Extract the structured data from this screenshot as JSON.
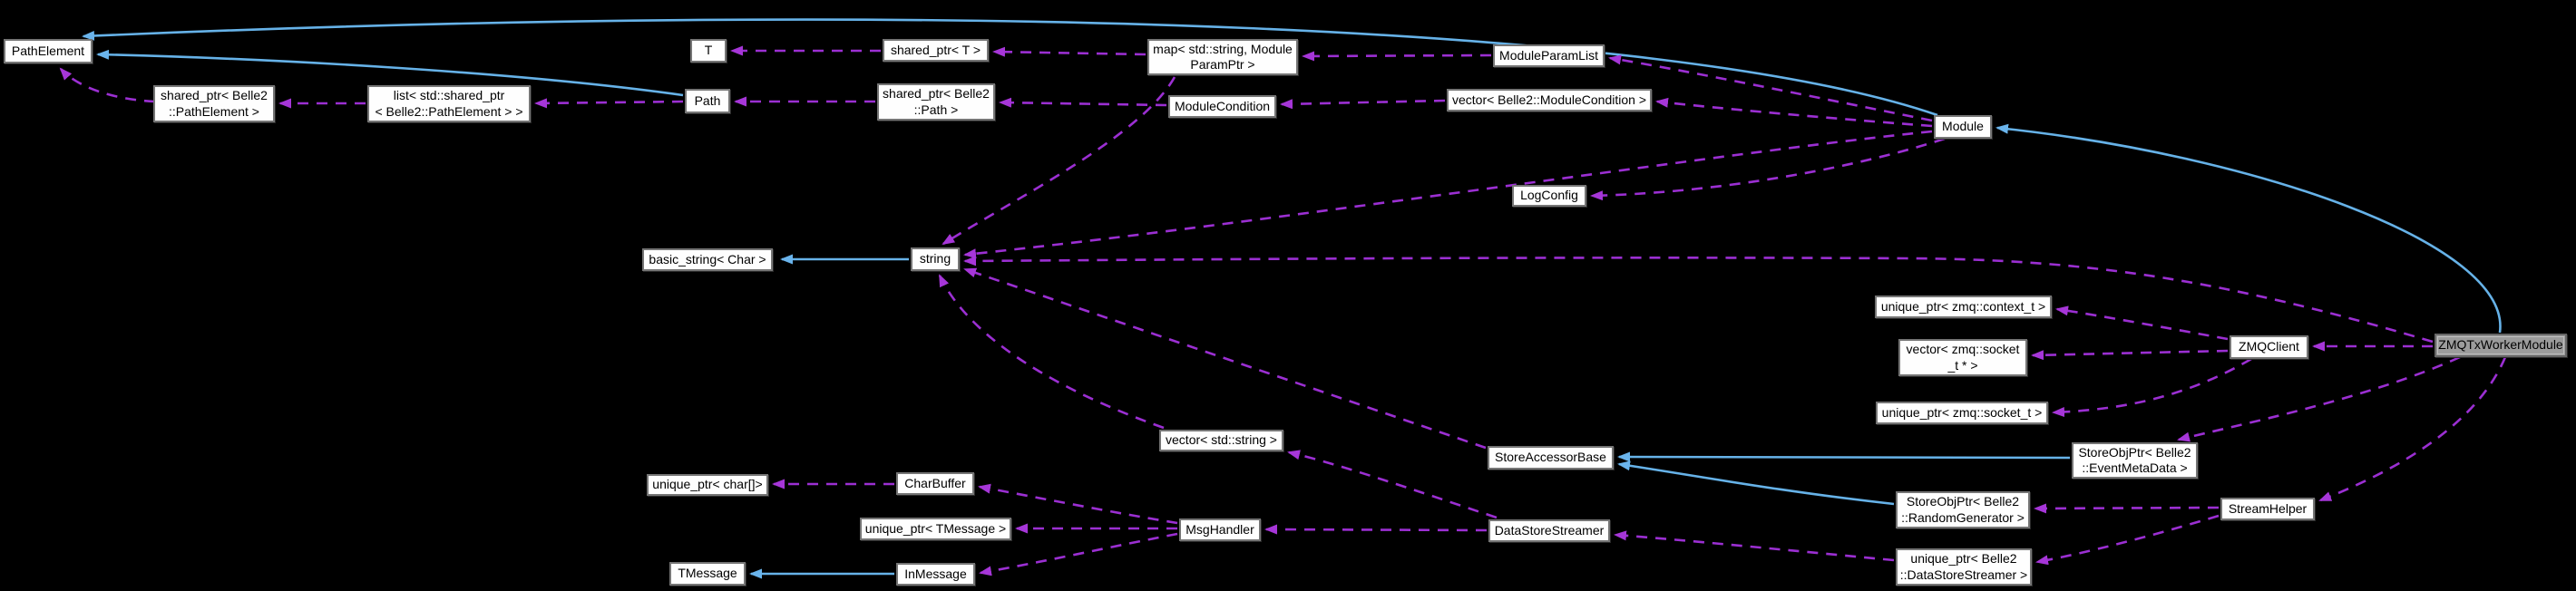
{
  "diagram": {
    "kind": "collaboration-graph",
    "highlighted_node": "ZMQTxWorkerModule",
    "colors": {
      "background": "#000000",
      "node_fill": "#fefefe",
      "node_border": "#757575",
      "highlight_fill": "#9c9c9c",
      "inheritance_edge": "#66b2e8",
      "usage_edge": "#9b2fd2",
      "text": "#000000"
    },
    "nodes": [
      {
        "id": "pathelement",
        "label": "PathElement"
      },
      {
        "id": "shared-ptr-pathelement",
        "label": "shared_ptr< Belle2\n::PathElement >"
      },
      {
        "id": "list-shared-ptr-pathelement",
        "label": "list< std::shared_ptr\n< Belle2::PathElement > >"
      },
      {
        "id": "t",
        "label": "T"
      },
      {
        "id": "path",
        "label": "Path"
      },
      {
        "id": "shared-ptr-t",
        "label": "shared_ptr< T >"
      },
      {
        "id": "shared-ptr-path",
        "label": "shared_ptr< Belle2\n::Path >"
      },
      {
        "id": "map-moduleparamptr",
        "label": "map< std::string, Module\nParamPtr >"
      },
      {
        "id": "moduleparamlist",
        "label": "ModuleParamList"
      },
      {
        "id": "modulecondition",
        "label": "ModuleCondition"
      },
      {
        "id": "vector-modulecondition",
        "label": "vector< Belle2::ModuleCondition >"
      },
      {
        "id": "module",
        "label": "Module"
      },
      {
        "id": "logconfig",
        "label": "LogConfig"
      },
      {
        "id": "basic-string-char",
        "label": "basic_string< Char >"
      },
      {
        "id": "string",
        "label": "string"
      },
      {
        "id": "unique-ptr-zmq-context",
        "label": "unique_ptr< zmq::context_t >"
      },
      {
        "id": "vector-zmq-socket",
        "label": "vector< zmq::socket\n_t * >"
      },
      {
        "id": "zmqclient",
        "label": "ZMQClient"
      },
      {
        "id": "zmqtxworkermodule",
        "label": "ZMQTxWorkerModule"
      },
      {
        "id": "unique-ptr-zmq-socket",
        "label": "unique_ptr< zmq::socket_t >"
      },
      {
        "id": "vector-std-string",
        "label": "vector< std::string >"
      },
      {
        "id": "storeaccessorbase",
        "label": "StoreAccessorBase"
      },
      {
        "id": "storeobjptr-eventmetadata",
        "label": "StoreObjPtr< Belle2\n::EventMetaData >"
      },
      {
        "id": "unique-ptr-char",
        "label": "unique_ptr< char[]>"
      },
      {
        "id": "charbuffer",
        "label": "CharBuffer"
      },
      {
        "id": "storeobjptr-randomgenerator",
        "label": "StoreObjPtr< Belle2\n::RandomGenerator >"
      },
      {
        "id": "streamhelper",
        "label": "StreamHelper"
      },
      {
        "id": "unique-ptr-tmessage",
        "label": "unique_ptr< TMessage >"
      },
      {
        "id": "msghandler",
        "label": "MsgHandler"
      },
      {
        "id": "datastorestreamer",
        "label": "DataStoreStreamer"
      },
      {
        "id": "unique-ptr-datastorestreamer",
        "label": "unique_ptr< Belle2\n::DataStoreStreamer >"
      },
      {
        "id": "tmessage",
        "label": "TMessage"
      },
      {
        "id": "inmessage",
        "label": "InMessage"
      }
    ],
    "edges": [
      {
        "from": "Module",
        "to": "PathElement",
        "kind": "inheritance"
      },
      {
        "from": "Path",
        "to": "PathElement",
        "kind": "inheritance"
      },
      {
        "from": "ZMQTxWorkerModule",
        "to": "Module",
        "kind": "inheritance"
      },
      {
        "from": "string",
        "to": "basic_string< Char >",
        "kind": "inheritance"
      },
      {
        "from": "StoreObjPtr< Belle2::EventMetaData >",
        "to": "StoreAccessorBase",
        "kind": "inheritance"
      },
      {
        "from": "StoreObjPtr< Belle2::RandomGenerator >",
        "to": "StoreAccessorBase",
        "kind": "inheritance"
      },
      {
        "from": "InMessage",
        "to": "TMessage",
        "kind": "inheritance"
      },
      {
        "from": "shared_ptr< Belle2::PathElement >",
        "to": "PathElement",
        "kind": "usage"
      },
      {
        "from": "list< std::shared_ptr< Belle2::PathElement > >",
        "to": "shared_ptr< Belle2::PathElement >",
        "kind": "usage"
      },
      {
        "from": "Path",
        "to": "list< std::shared_ptr< Belle2::PathElement > >",
        "kind": "usage"
      },
      {
        "from": "shared_ptr< T >",
        "to": "T",
        "kind": "usage"
      },
      {
        "from": "shared_ptr< Belle2::Path >",
        "to": "Path",
        "kind": "usage"
      },
      {
        "from": "map< std::string, ModuleParamPtr >",
        "to": "shared_ptr< T >",
        "kind": "usage"
      },
      {
        "from": "ModuleCondition",
        "to": "shared_ptr< Belle2::Path >",
        "kind": "usage"
      },
      {
        "from": "ModuleParamList",
        "to": "map< std::string, ModuleParamPtr >",
        "kind": "usage"
      },
      {
        "from": "vector< Belle2::ModuleCondition >",
        "to": "ModuleCondition",
        "kind": "usage"
      },
      {
        "from": "Module",
        "to": "ModuleParamList",
        "kind": "usage"
      },
      {
        "from": "Module",
        "to": "vector< Belle2::ModuleCondition >",
        "kind": "usage"
      },
      {
        "from": "Module",
        "to": "LogConfig",
        "kind": "usage"
      },
      {
        "from": "Module",
        "to": "string",
        "kind": "usage"
      },
      {
        "from": "map< std::string, ModuleParamPtr >",
        "to": "string",
        "kind": "usage"
      },
      {
        "from": "ZMQTxWorkerModule",
        "to": "string",
        "kind": "usage"
      },
      {
        "from": "StoreAccessorBase",
        "to": "string",
        "kind": "usage"
      },
      {
        "from": "vector< std::string >",
        "to": "string",
        "kind": "usage"
      },
      {
        "from": "ZMQTxWorkerModule",
        "to": "ZMQClient",
        "kind": "usage"
      },
      {
        "from": "ZMQTxWorkerModule",
        "to": "StoreObjPtr< Belle2::EventMetaData >",
        "kind": "usage"
      },
      {
        "from": "ZMQTxWorkerModule",
        "to": "StreamHelper",
        "kind": "usage"
      },
      {
        "from": "ZMQClient",
        "to": "unique_ptr< zmq::context_t >",
        "kind": "usage"
      },
      {
        "from": "ZMQClient",
        "to": "vector< zmq::socket_t * >",
        "kind": "usage"
      },
      {
        "from": "ZMQClient",
        "to": "unique_ptr< zmq::socket_t >",
        "kind": "usage"
      },
      {
        "from": "StreamHelper",
        "to": "StoreObjPtr< Belle2::RandomGenerator >",
        "kind": "usage"
      },
      {
        "from": "StreamHelper",
        "to": "unique_ptr< Belle2::DataStoreStreamer >",
        "kind": "usage"
      },
      {
        "from": "unique_ptr< Belle2::DataStoreStreamer >",
        "to": "DataStoreStreamer",
        "kind": "usage"
      },
      {
        "from": "DataStoreStreamer",
        "to": "MsgHandler",
        "kind": "usage"
      },
      {
        "from": "DataStoreStreamer",
        "to": "vector< std::string >",
        "kind": "usage"
      },
      {
        "from": "MsgHandler",
        "to": "CharBuffer",
        "kind": "usage"
      },
      {
        "from": "MsgHandler",
        "to": "unique_ptr< TMessage >",
        "kind": "usage"
      },
      {
        "from": "MsgHandler",
        "to": "InMessage",
        "kind": "usage"
      },
      {
        "from": "CharBuffer",
        "to": "unique_ptr< char[]>",
        "kind": "usage"
      }
    ]
  }
}
